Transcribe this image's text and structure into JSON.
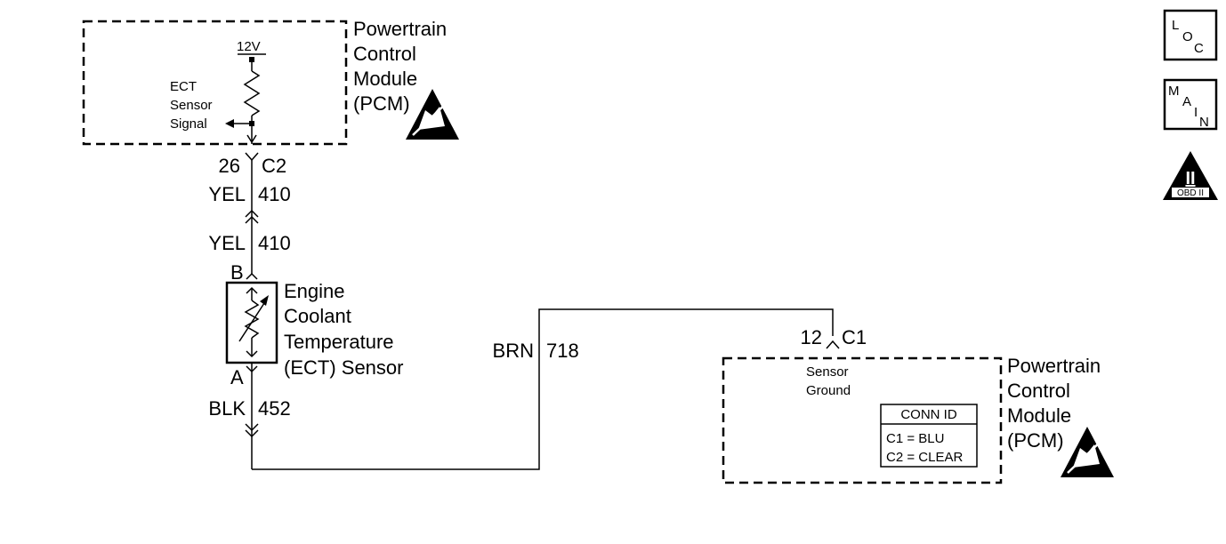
{
  "pcm_top": {
    "label_lines": [
      "Powertrain",
      "Control",
      "Module",
      "(PCM)"
    ],
    "voltage": "12V",
    "signal_lines": [
      "ECT",
      "Sensor",
      "Signal"
    ]
  },
  "connector_top": {
    "pin": "26",
    "connector": "C2"
  },
  "wire_410_top": {
    "color": "YEL",
    "circuit": "410"
  },
  "wire_410_bottom": {
    "color": "YEL",
    "circuit": "410"
  },
  "sensor": {
    "terminal_b": "B",
    "terminal_a": "A",
    "label_lines": [
      "Engine",
      "Coolant",
      "Temperature",
      "(ECT) Sensor"
    ]
  },
  "wire_452": {
    "color": "BLK",
    "circuit": "452"
  },
  "wire_718": {
    "color": "BRN",
    "circuit": "718"
  },
  "connector_bottom": {
    "pin": "12",
    "connector": "C1"
  },
  "pcm_bottom": {
    "label_lines": [
      "Powertrain",
      "Control",
      "Module",
      "(PCM)"
    ],
    "ground_lines": [
      "Sensor",
      "Ground"
    ],
    "conn_id": {
      "title": "CONN ID",
      "rows": [
        "C1 = BLU",
        "C2 = CLEAR"
      ]
    }
  },
  "side_icons": {
    "loc": {
      "letters": [
        "L",
        "O",
        "C"
      ]
    },
    "main": {
      "letters": [
        "M",
        "A",
        "I",
        "N"
      ]
    },
    "obd": {
      "numeral": "II",
      "caption": "OBD II"
    }
  }
}
